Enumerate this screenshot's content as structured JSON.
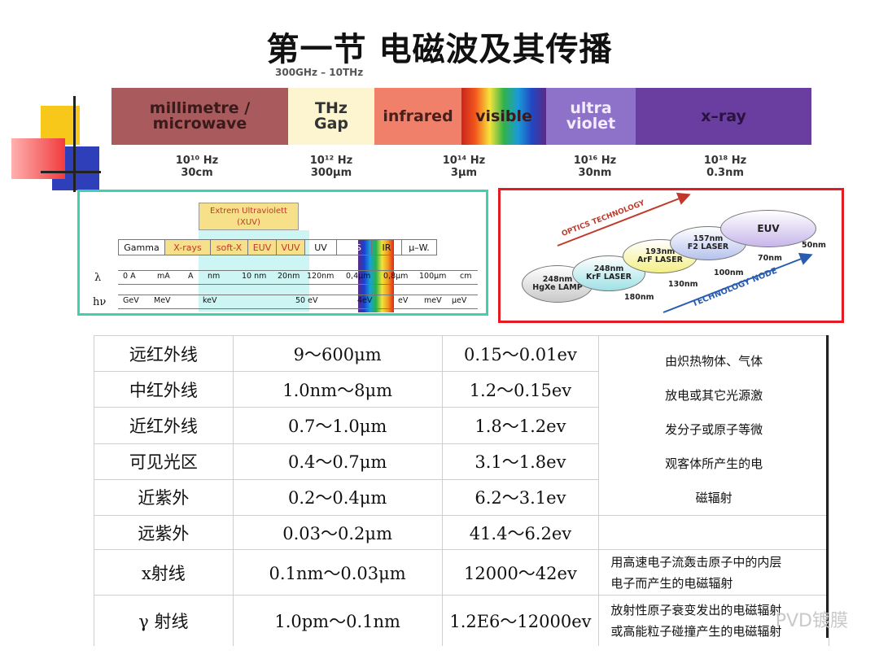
{
  "title": "第一节  电磁波及其传播",
  "top_range": "300GHz – 10THz",
  "bands": [
    {
      "label": "millimetre /\nmicrowave",
      "color": "#a85a5c",
      "text_color": "#3a1a1a"
    },
    {
      "label": "THz\nGap",
      "color": "#fdf5cf",
      "text_color": "#333333"
    },
    {
      "label": "infrared",
      "color": "#f0806a",
      "text_color": "#4a1f1a"
    },
    {
      "label": "visible",
      "color": "rainbow",
      "text_color": "#3a1a1a"
    },
    {
      "label": "ultra\nviolet",
      "color": "#8e72c9",
      "text_color": "#f3ecff"
    },
    {
      "label": "x–ray",
      "color": "#6a3ea0",
      "text_color": "#2a1240"
    }
  ],
  "freq_labels": [
    {
      "hz": "10¹⁰ Hz",
      "len": "30cm"
    },
    {
      "hz": "10¹² Hz",
      "len": "300μm"
    },
    {
      "hz": "10¹⁴ Hz",
      "len": "3μm"
    },
    {
      "hz": "10¹⁶ Hz",
      "len": "30nm"
    },
    {
      "hz": "10¹⁸ Hz",
      "len": "0.3nm"
    }
  ],
  "left_panel": {
    "xuv_label": "Extrem Ultraviolett\n(XUV)",
    "categories": [
      "Gamma",
      "X-rays",
      "soft-X",
      "EUV",
      "VUV",
      "UV",
      "VIS",
      "IR",
      "μ–W."
    ],
    "lambda_symbol": "λ",
    "hv_symbol": "hν",
    "lambda_ticks": [
      "0 A",
      "mA",
      "A",
      "nm",
      "10 nm",
      "20nm",
      "120nm",
      "0,4μm",
      "0,8μm",
      "100μm",
      "cm"
    ],
    "hv_ticks": [
      "GeV",
      "MeV",
      "keV",
      "50 eV",
      "4eV",
      "eV",
      "meV",
      "μeV"
    ]
  },
  "right_panel": {
    "optics_label": "OPTICS TECHNOLOGY",
    "node_label": "TECHNOLOGY NODE",
    "lasers": [
      {
        "label": "248nm\nHgXe LAMP"
      },
      {
        "label": "248nm\nKrF LASER"
      },
      {
        "label": "193nm\nArF LASER"
      },
      {
        "label": "157nm\nF2 LASER"
      },
      {
        "label": "EUV"
      }
    ],
    "nodes": [
      "180nm",
      "130nm",
      "100nm",
      "70nm",
      "50nm"
    ]
  },
  "table": {
    "rows": [
      {
        "name": "远红外线",
        "wavelength": "9～600μm",
        "energy": "0.15～0.01ev"
      },
      {
        "name": "中红外线",
        "wavelength": "1.0nm～8μm",
        "energy": "1.2～0.15ev"
      },
      {
        "name": "近红外线",
        "wavelength": "0.7～1.0μm",
        "energy": "1.8～1.2ev"
      },
      {
        "name": "可见光区",
        "wavelength": "0.4～0.7μm",
        "energy": "3.1～1.8ev"
      },
      {
        "name": "近紫外",
        "wavelength": "0.2～0.4μm",
        "energy": "6.2～3.1ev"
      },
      {
        "name": "远紫外",
        "wavelength": "0.03～0.2μm",
        "energy": "41.4～6.2ev"
      },
      {
        "name": "x射线",
        "wavelength": "0.1nm～0.03μm",
        "energy": "12000～42ev"
      },
      {
        "name": "γ 射线",
        "wavelength": "1.0pm～0.1nm",
        "energy": "1.2E6～12000ev"
      }
    ],
    "notes": {
      "optical_lines": [
        "由炽热物体、气体",
        "放电或其它光源激",
        "发分子或原子等微",
        "观客体所产生的电",
        "磁辐射"
      ],
      "xray_lines": [
        "用高速电子流轰击原子中的内层",
        "电子而产生的电磁辐射"
      ],
      "gamma_lines": [
        "放射性原子衰变发出的电磁辐射",
        "或高能粒子碰撞产生的电磁辐射"
      ]
    }
  },
  "watermark": "PVD镀膜"
}
